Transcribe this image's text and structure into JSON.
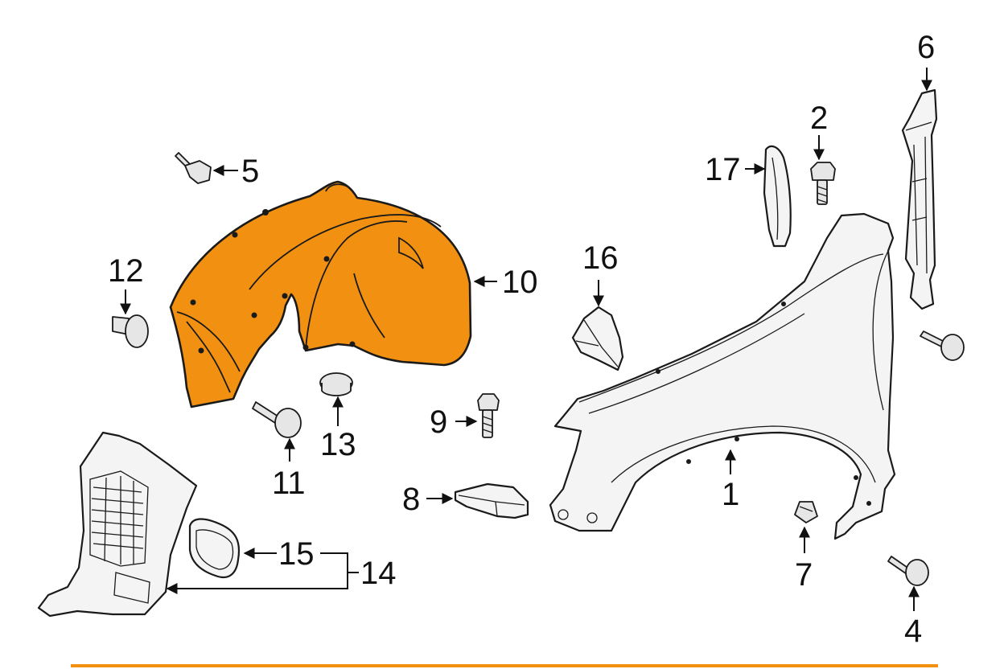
{
  "highlight_color": "#F29111",
  "footer_rule_color": "#F29111",
  "callouts": {
    "c1": "1",
    "c2": "2",
    "c4": "4",
    "c5": "5",
    "c6": "6",
    "c7": "7",
    "c8": "8",
    "c9": "9",
    "c10": "10",
    "c11": "11",
    "c12": "12",
    "c13": "13",
    "c14": "14",
    "c15": "15",
    "c16": "16",
    "c17": "17"
  }
}
